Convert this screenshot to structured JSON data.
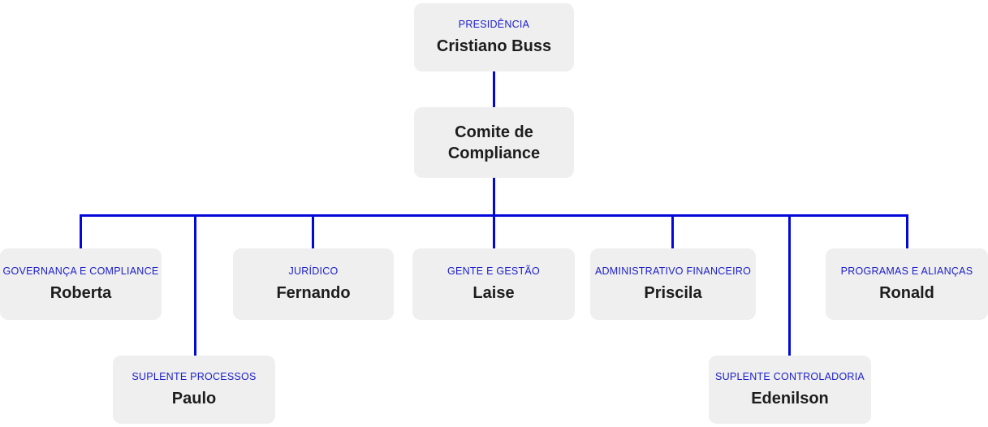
{
  "chart": {
    "type": "org-chart",
    "background": "#ffffff",
    "box_color": "#efefef",
    "line_color": "#0208d8",
    "label_color": "#1b1ecb",
    "name_color": "#1d1d1d",
    "nodes": [
      {
        "id": "presidencia",
        "label": "PRESIDÊNCIA",
        "name": "Cristiano Buss"
      },
      {
        "id": "comite-compliance",
        "label": "",
        "name": "Comite de Compliance"
      },
      {
        "id": "governanca-compliance",
        "label": "GOVERNANÇA E COMPLIANCE",
        "name": "Roberta"
      },
      {
        "id": "juridico",
        "label": "JURÍDICO",
        "name": "Fernando"
      },
      {
        "id": "gente-gestao",
        "label": "GENTE E GESTÃO",
        "name": "Laise"
      },
      {
        "id": "administrativo-financeiro",
        "label": "ADMINISTRATIVO FINANCEIRO",
        "name": "Priscila"
      },
      {
        "id": "programas-aliancas",
        "label": "PROGRAMAS E ALIANÇAS",
        "name": "Ronald"
      },
      {
        "id": "suplente-processos",
        "label": "SUPLENTE PROCESSOS",
        "name": "Paulo"
      },
      {
        "id": "suplente-controladoria",
        "label": "SUPLENTE CONTROLADORIA",
        "name": "Edenilson"
      }
    ]
  }
}
